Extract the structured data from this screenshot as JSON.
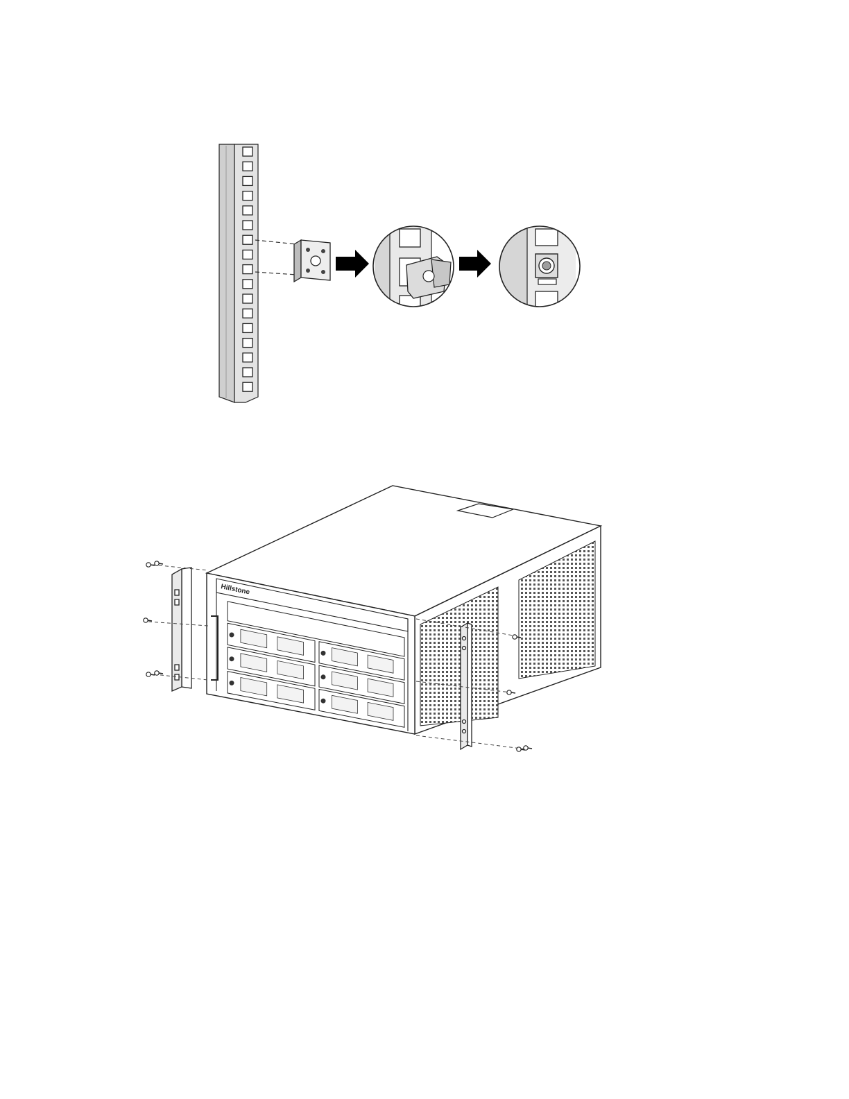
{
  "page": {
    "background": "#ffffff"
  },
  "figure_1": {
    "description_shown": "",
    "colors": {
      "rail": "#d9d9d9",
      "rail_dark": "#a9a9a9",
      "line": "#222222",
      "arrow": "#000000",
      "zoom_bg": "#e6e6e6"
    },
    "icons": [
      "rack-rail",
      "cage-nut",
      "right-arrow-icon",
      "zoom-detail-circle"
    ]
  },
  "figure_2": {
    "chassis_brand_label": "Hillstone",
    "colors": {
      "chassis": "#ffffff",
      "line": "#222222",
      "mesh": "#444444",
      "screw": "#333333"
    },
    "icons": [
      "chassis",
      "mounting-bracket",
      "screw-icon"
    ]
  }
}
